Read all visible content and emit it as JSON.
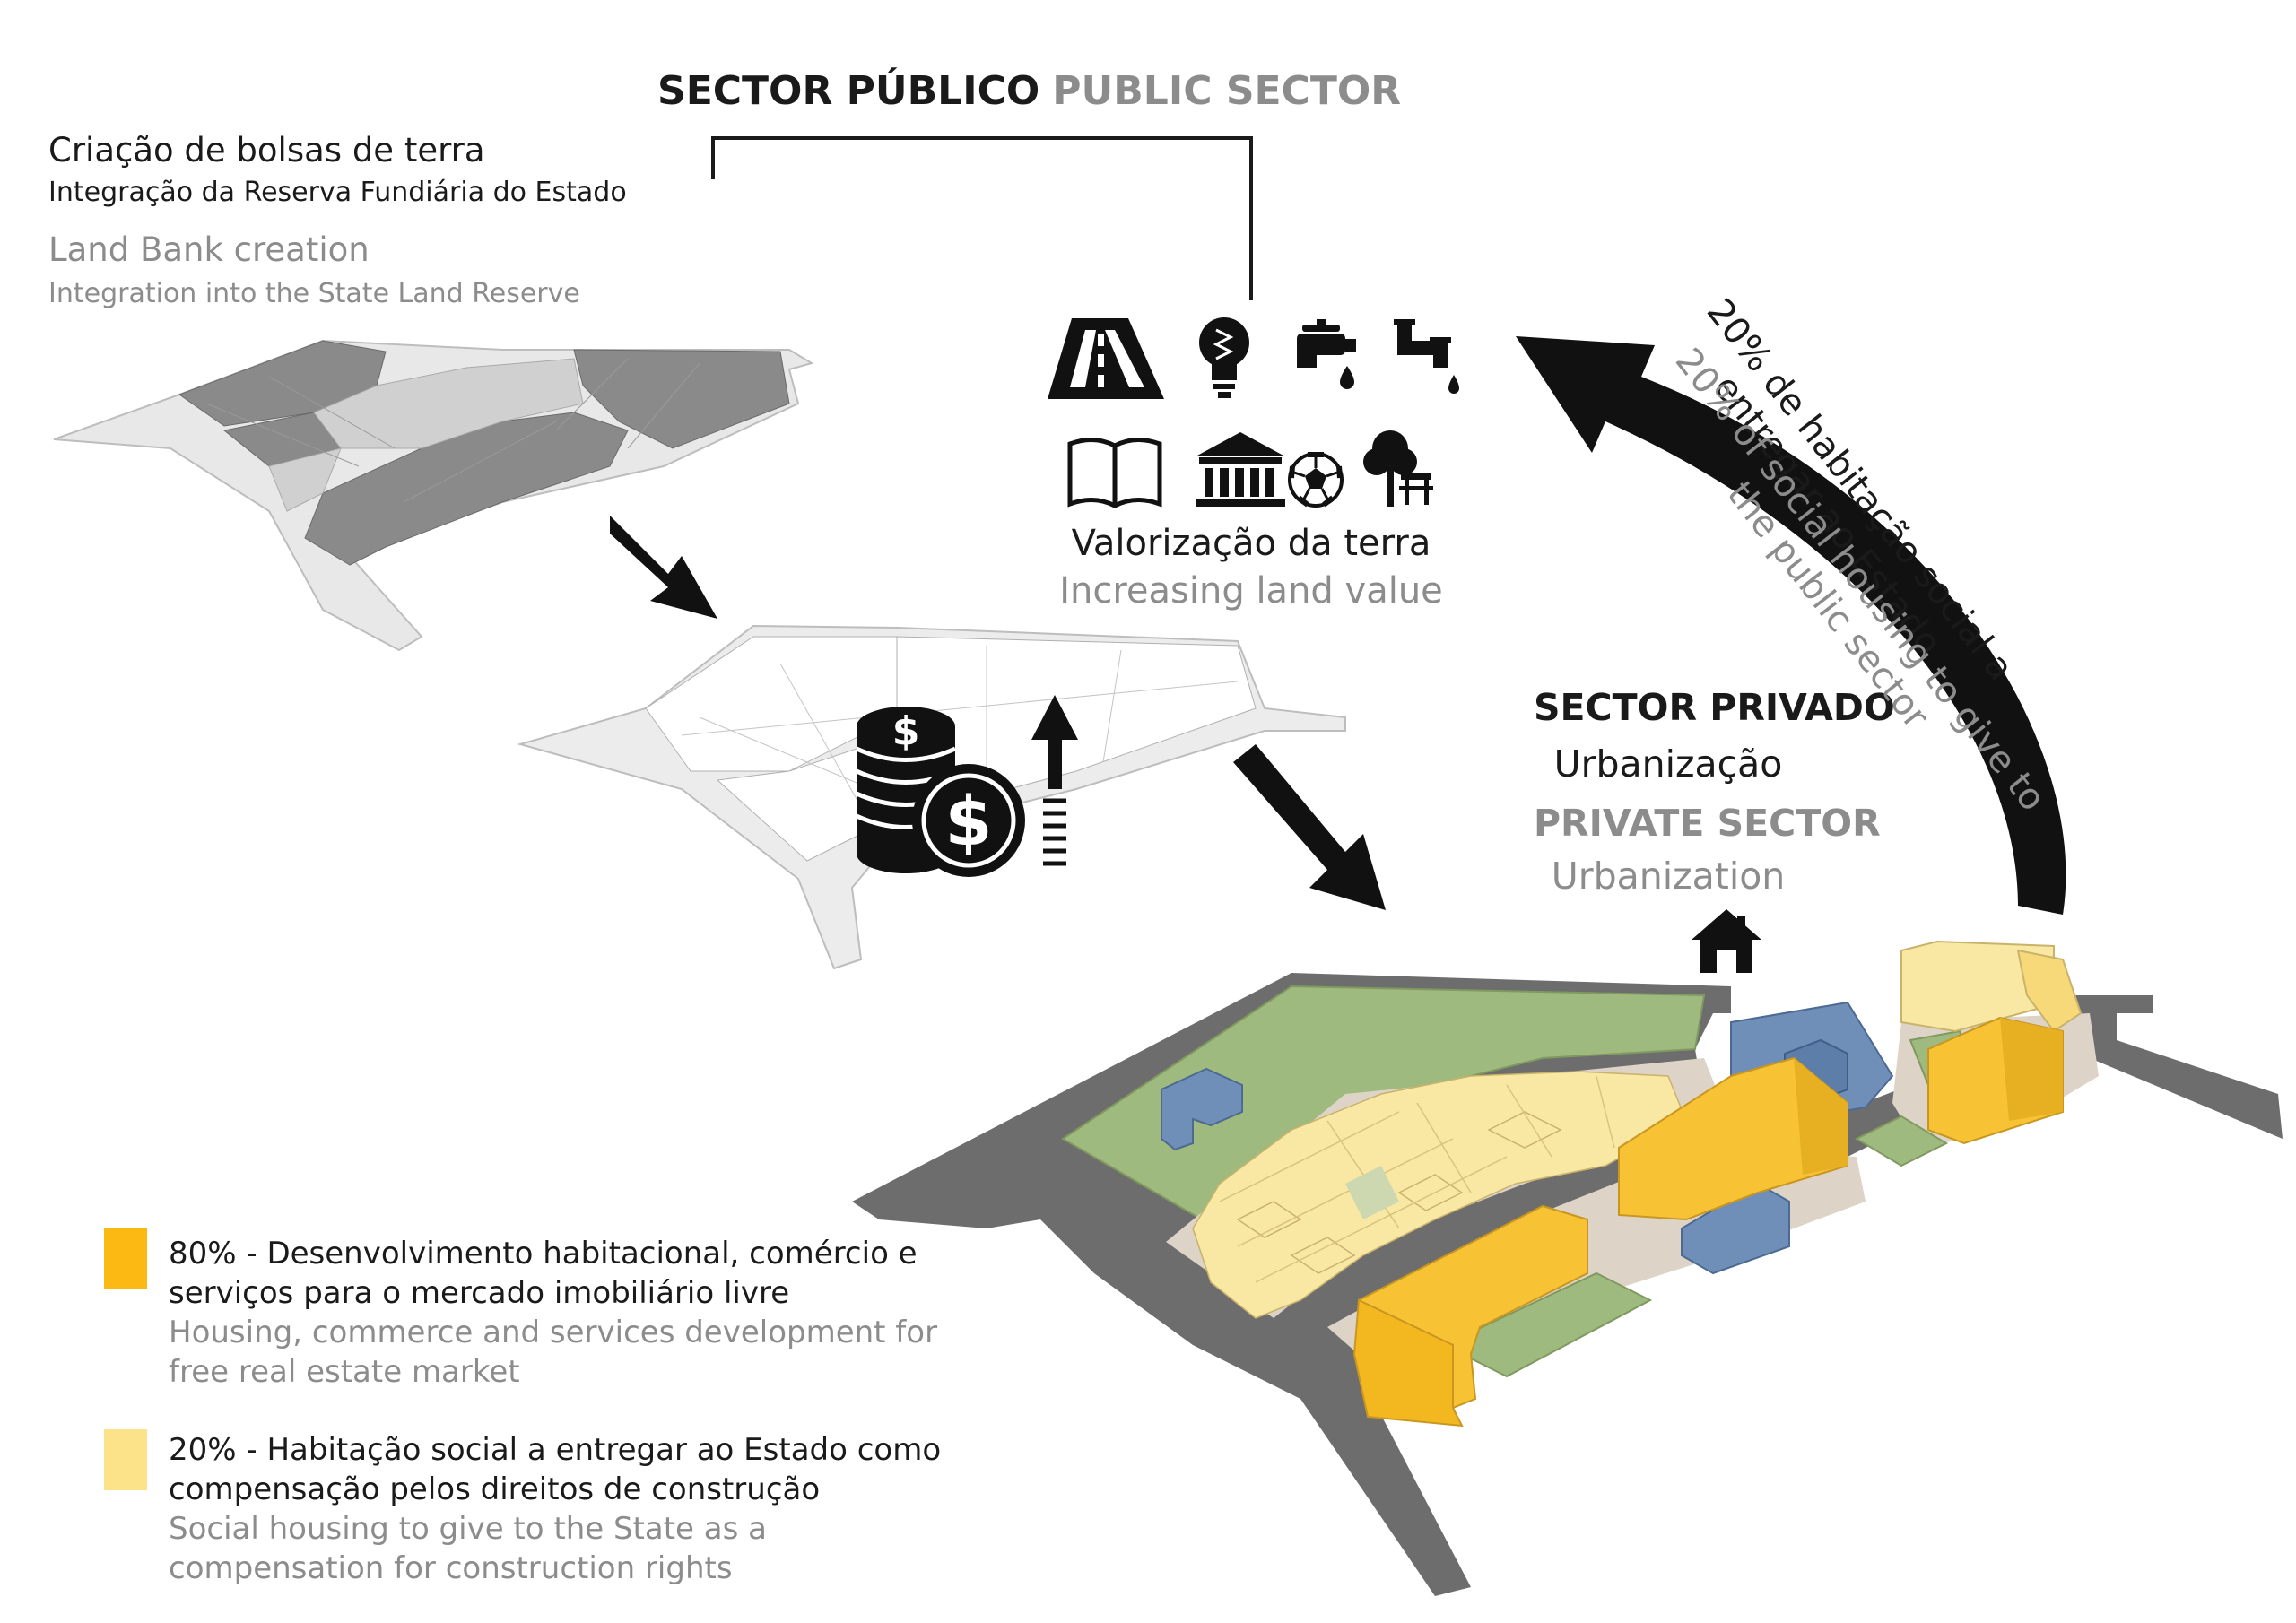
{
  "public_sector": {
    "title_pt": "SECTOR PÚBLICO",
    "title_en": "PUBLIC SECTOR"
  },
  "land_bank": {
    "pt_title": "Criação de bolsas de terra",
    "pt_sub": "Integração da Reserva Fundiária do Estado",
    "en_title": "Land Bank creation",
    "en_sub": "Integration into the State Land Reserve"
  },
  "land_value": {
    "pt": "Valorização da terra",
    "en": "Increasing land value",
    "icons": [
      "road-icon",
      "lightbulb-icon",
      "water-tap-icon",
      "sewer-pipe-icon",
      "book-icon",
      "institution-icon",
      "football-icon",
      "park-icon"
    ]
  },
  "private_sector": {
    "title_pt": "SECTOR PRIVADO",
    "sub_pt": "Urbanização",
    "title_en": "PRIVATE SECTOR",
    "sub_en": "Urbanization"
  },
  "return_arrow": {
    "pt_line1": "20% de habitação social a",
    "pt_line2": "entregar ao Estado",
    "en_line1": "20% of social housing to give to",
    "en_line2": "the public sector"
  },
  "legend": [
    {
      "color": "#fdb913",
      "pt_line1": "80% - Desenvolvimento habitacional, comércio e",
      "pt_line2": "serviços para o mercado imobiliário livre",
      "en_line1": "Housing, commerce and services development for",
      "en_line2": "free real estate market"
    },
    {
      "color": "#fce38a",
      "pt_line1": "20% - Habitação social a entregar ao Estado como",
      "pt_line2": "compensação pelos direitos de construção",
      "en_line1": "Social housing to give to the State as a",
      "en_line2": "compensation for construction rights"
    }
  ],
  "colors": {
    "text": "#1a1a1a",
    "grey_text": "#8c8c8c",
    "road": "#6d6d6d",
    "green_space": "#9fba7e",
    "public_blue": "#6f8fb8",
    "market_yellow": "#f7c234",
    "social_yellow": "#f9e7a4",
    "ground": "#ddd3c6"
  }
}
